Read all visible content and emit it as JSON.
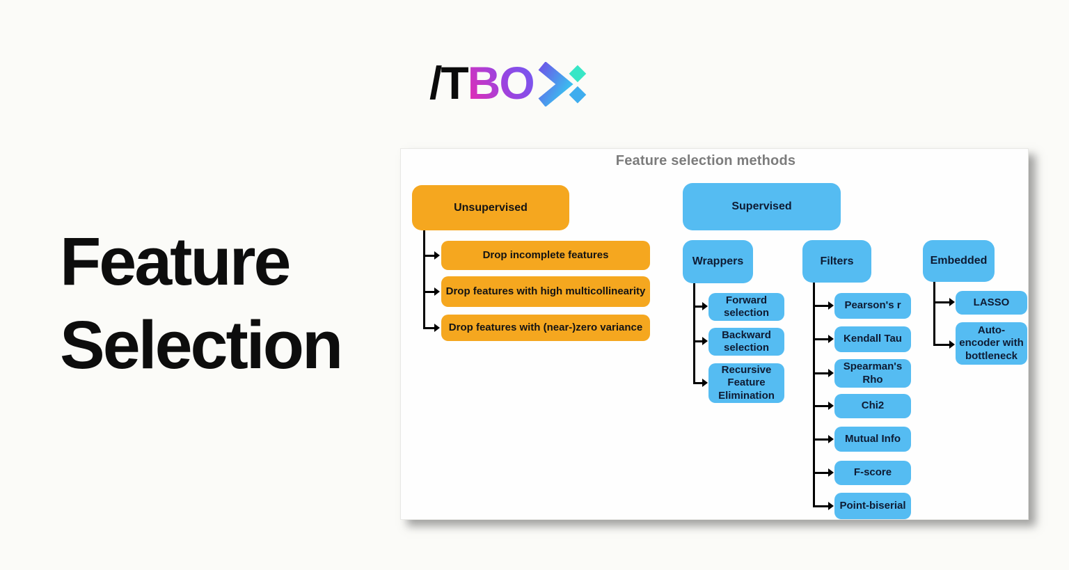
{
  "logo": {
    "black_text": "/T",
    "gradient_text": "BO",
    "x_icon": "chevron-with-two-diamonds"
  },
  "hero": {
    "line1": "Feature",
    "line2": "Selection"
  },
  "diagram": {
    "title": "Feature selection methods",
    "colors": {
      "orange_node": "#F5A71F",
      "blue_node": "#55BCF2",
      "connector": "#000000",
      "panel_bg": "#FEFEFE",
      "page_bg": "#FBFBF8",
      "title_gray": "#7C7C7C",
      "logo_gradient_start": "#E82CB0",
      "logo_gradient_end": "#6F5BF2",
      "logo_x_chevron_start": "#6A5AE8",
      "logo_x_chevron_end": "#35C8F0",
      "logo_x_diamond_top": "#38E6C6",
      "logo_x_diamond_bottom": "#3FADEE"
    },
    "unsupervised": {
      "label": "Unsupervised",
      "children": [
        "Drop incomplete features",
        "Drop features with high multicollinearity",
        "Drop features with (near-)zero variance"
      ]
    },
    "supervised": {
      "label": "Supervised",
      "groups": [
        {
          "label": "Wrappers",
          "children": [
            "Forward selection",
            "Backward selection",
            "Recursive Feature Elimination"
          ]
        },
        {
          "label": "Filters",
          "children": [
            "Pearson's r",
            "Kendall Tau",
            "Spearman's Rho",
            "Chi2",
            "Mutual Info",
            "F-score",
            "Point-biserial"
          ]
        },
        {
          "label": "Embedded",
          "children": [
            "LASSO",
            "Auto-encoder with bottleneck"
          ]
        }
      ]
    }
  }
}
